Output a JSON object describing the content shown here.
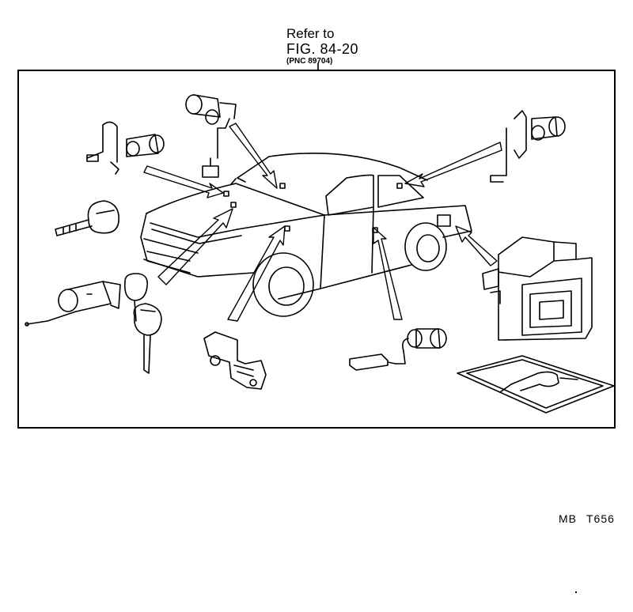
{
  "callout": {
    "line1": "Refer to",
    "line2": "FIG. 84-20",
    "line3": "(PNC 89704)"
  },
  "catalog_code": {
    "prefix": "MB",
    "number": "T656"
  },
  "parts": [
    {
      "name": "door-lock-cylinder-left-icon"
    },
    {
      "name": "hood-lock-cylinder-icon"
    },
    {
      "name": "door-lock-cylinder-right-icon"
    },
    {
      "name": "ignition-key-icon"
    },
    {
      "name": "ignition-lock-cylinder-icon"
    },
    {
      "name": "master-key-icon"
    },
    {
      "name": "glove-box-lock-icon"
    },
    {
      "name": "trunk-lock-cylinder-icon"
    },
    {
      "name": "computer-unit-icon"
    },
    {
      "name": "key-plate-icon"
    }
  ]
}
